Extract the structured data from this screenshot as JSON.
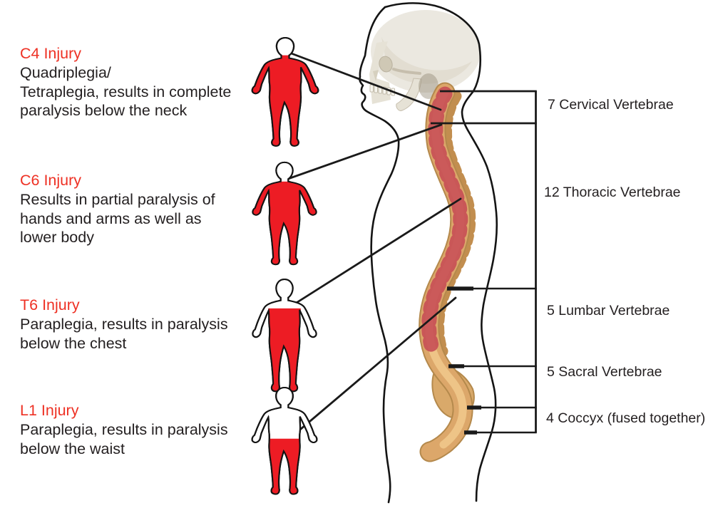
{
  "injuries": [
    {
      "code": "C4",
      "title": "C4 Injury",
      "description": "Quadriplegia/\nTetraplegia, results in complete\nparalysis below the neck"
    },
    {
      "code": "C6",
      "title": "C6 Injury",
      "description": "Results in partial paralysis of\nhands and arms as well as\nlower body"
    },
    {
      "code": "T6",
      "title": "T6 Injury",
      "description": "Paraplegia, results in paralysis\nbelow the chest"
    },
    {
      "code": "L1",
      "title": "L1 Injury",
      "description": "Paraplegia, results in paralysis\nbelow the waist"
    }
  ],
  "vertebrae_labels": [
    {
      "label": "7 Cervical Vertebrae"
    },
    {
      "label": "12 Thoracic Vertebrae"
    },
    {
      "label": "5 Lumbar Vertebrae"
    },
    {
      "label": "5 Sacral Vertebrae"
    },
    {
      "label": "4 Coccyx (fused together)"
    }
  ],
  "colors": {
    "injury_red": "#ed1c24",
    "heading_red": "#ee3124",
    "text_black": "#231f20",
    "line_black": "#1a1a1a",
    "spine_tan": "#dca76a",
    "spine_shadow": "#b4894c",
    "spine_highlight": "#eec487",
    "disc_red": "#c74f55",
    "skull_bone": "#ebe8e0"
  }
}
